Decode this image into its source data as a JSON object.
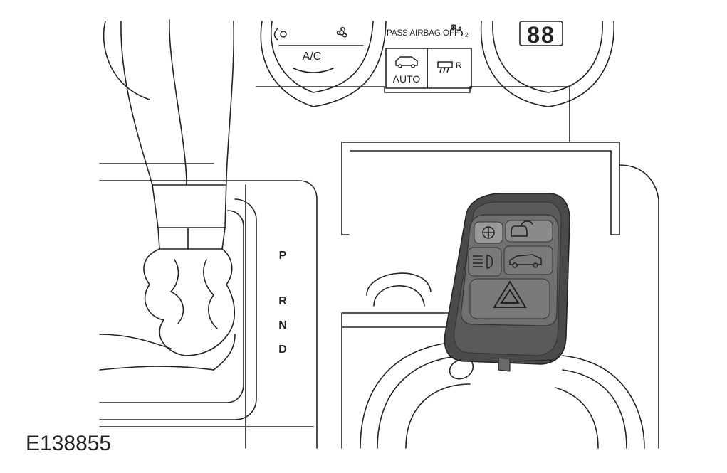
{
  "climate_panel": {
    "ac_label": "A/C",
    "passenger_airbag_label": "PASS AIRBAG OFF",
    "airbag_icon_subscript": "2",
    "auto_label": "AUTO",
    "rear_defrost_suffix": "R",
    "temperature_display": "88"
  },
  "gear_selector": {
    "positions": [
      "P",
      "R",
      "N",
      "D"
    ]
  },
  "figure_id": "E138855",
  "icons": {
    "recirculation": "recirculation-icon",
    "fan": "fan-icon",
    "car_auto": "car-icon",
    "rear_defrost": "rear-defrost-icon",
    "airbag": "airbag-icon",
    "key_lock": "lock-icon",
    "key_unlock": "unlock-icon",
    "key_headlamp": "headlamp-icon",
    "key_tailgate": "tailgate-icon",
    "key_hazard": "hazard-icon"
  },
  "colors": {
    "line": "#222222",
    "key_body": "#4a4a4a",
    "key_buttons": "#6e6e6e",
    "background": "#ffffff"
  }
}
